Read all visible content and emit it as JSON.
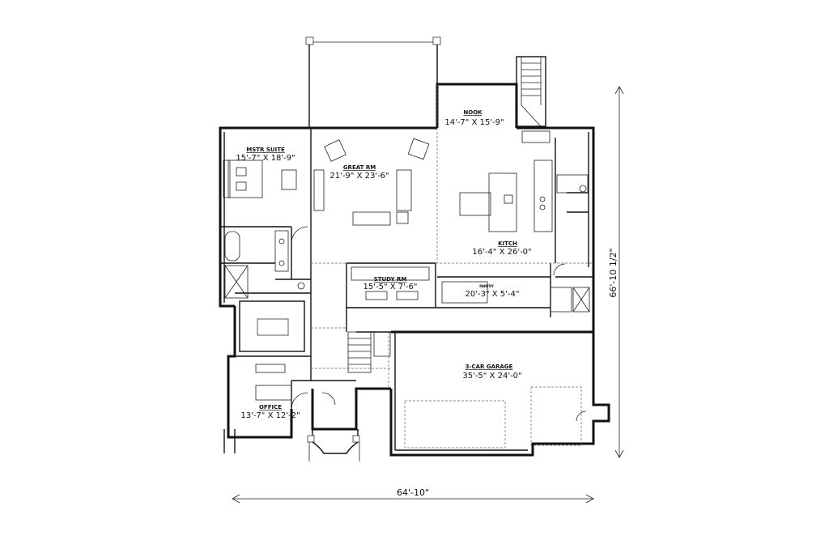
{
  "rooms": {
    "master_suite": {
      "name": "MSTR SUITE",
      "dims": "15'-7\" X 18'-9\""
    },
    "great_room": {
      "name": "GREAT RM",
      "dims": "21'-9\" X 23'-6\""
    },
    "nook": {
      "name": "NOOK",
      "dims": "14'-7\" X 15'-9\""
    },
    "kitchen": {
      "name": "KITCH",
      "dims": "16'-4\" X 26'-0\""
    },
    "study": {
      "name": "STUDY RM",
      "dims": "15'-5\" X 7'-6\""
    },
    "pantry": {
      "name": "PANTRY",
      "dims": "20'-3\" X 5'-4\""
    },
    "garage": {
      "name": "3-CAR GARAGE",
      "dims": "35'-5\" X 24'-0\""
    },
    "office": {
      "name": "OFFICE",
      "dims": "13'-7\" X 12'-2\""
    }
  },
  "overall": {
    "width": "64'-10\"",
    "depth": "66'-10 1/2\""
  }
}
